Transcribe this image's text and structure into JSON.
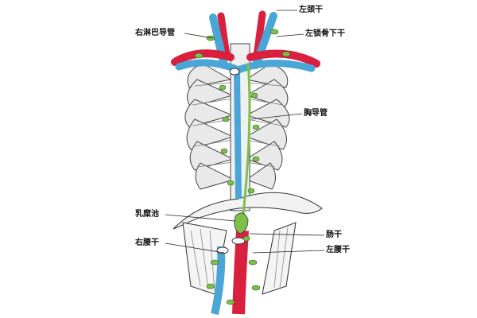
{
  "labels": {
    "left_jugular_trunk": "左颈干",
    "right_lymphatic_duct": "右淋巴导管",
    "left_subclavian_trunk": "左锁骨下干",
    "thoracic_duct": "胸导管",
    "cisterna_chyli": "乳糜池",
    "intestinal_trunk": "肠干",
    "right_lumbar_trunk": "右腰干",
    "left_lumbar_trunk": "左腰干"
  },
  "colors": {
    "artery": "#d9213f",
    "vein": "#4aa6d6",
    "lymph_node": "#7cc04a",
    "bone": "#e9e9e9",
    "outline": "#333333"
  }
}
